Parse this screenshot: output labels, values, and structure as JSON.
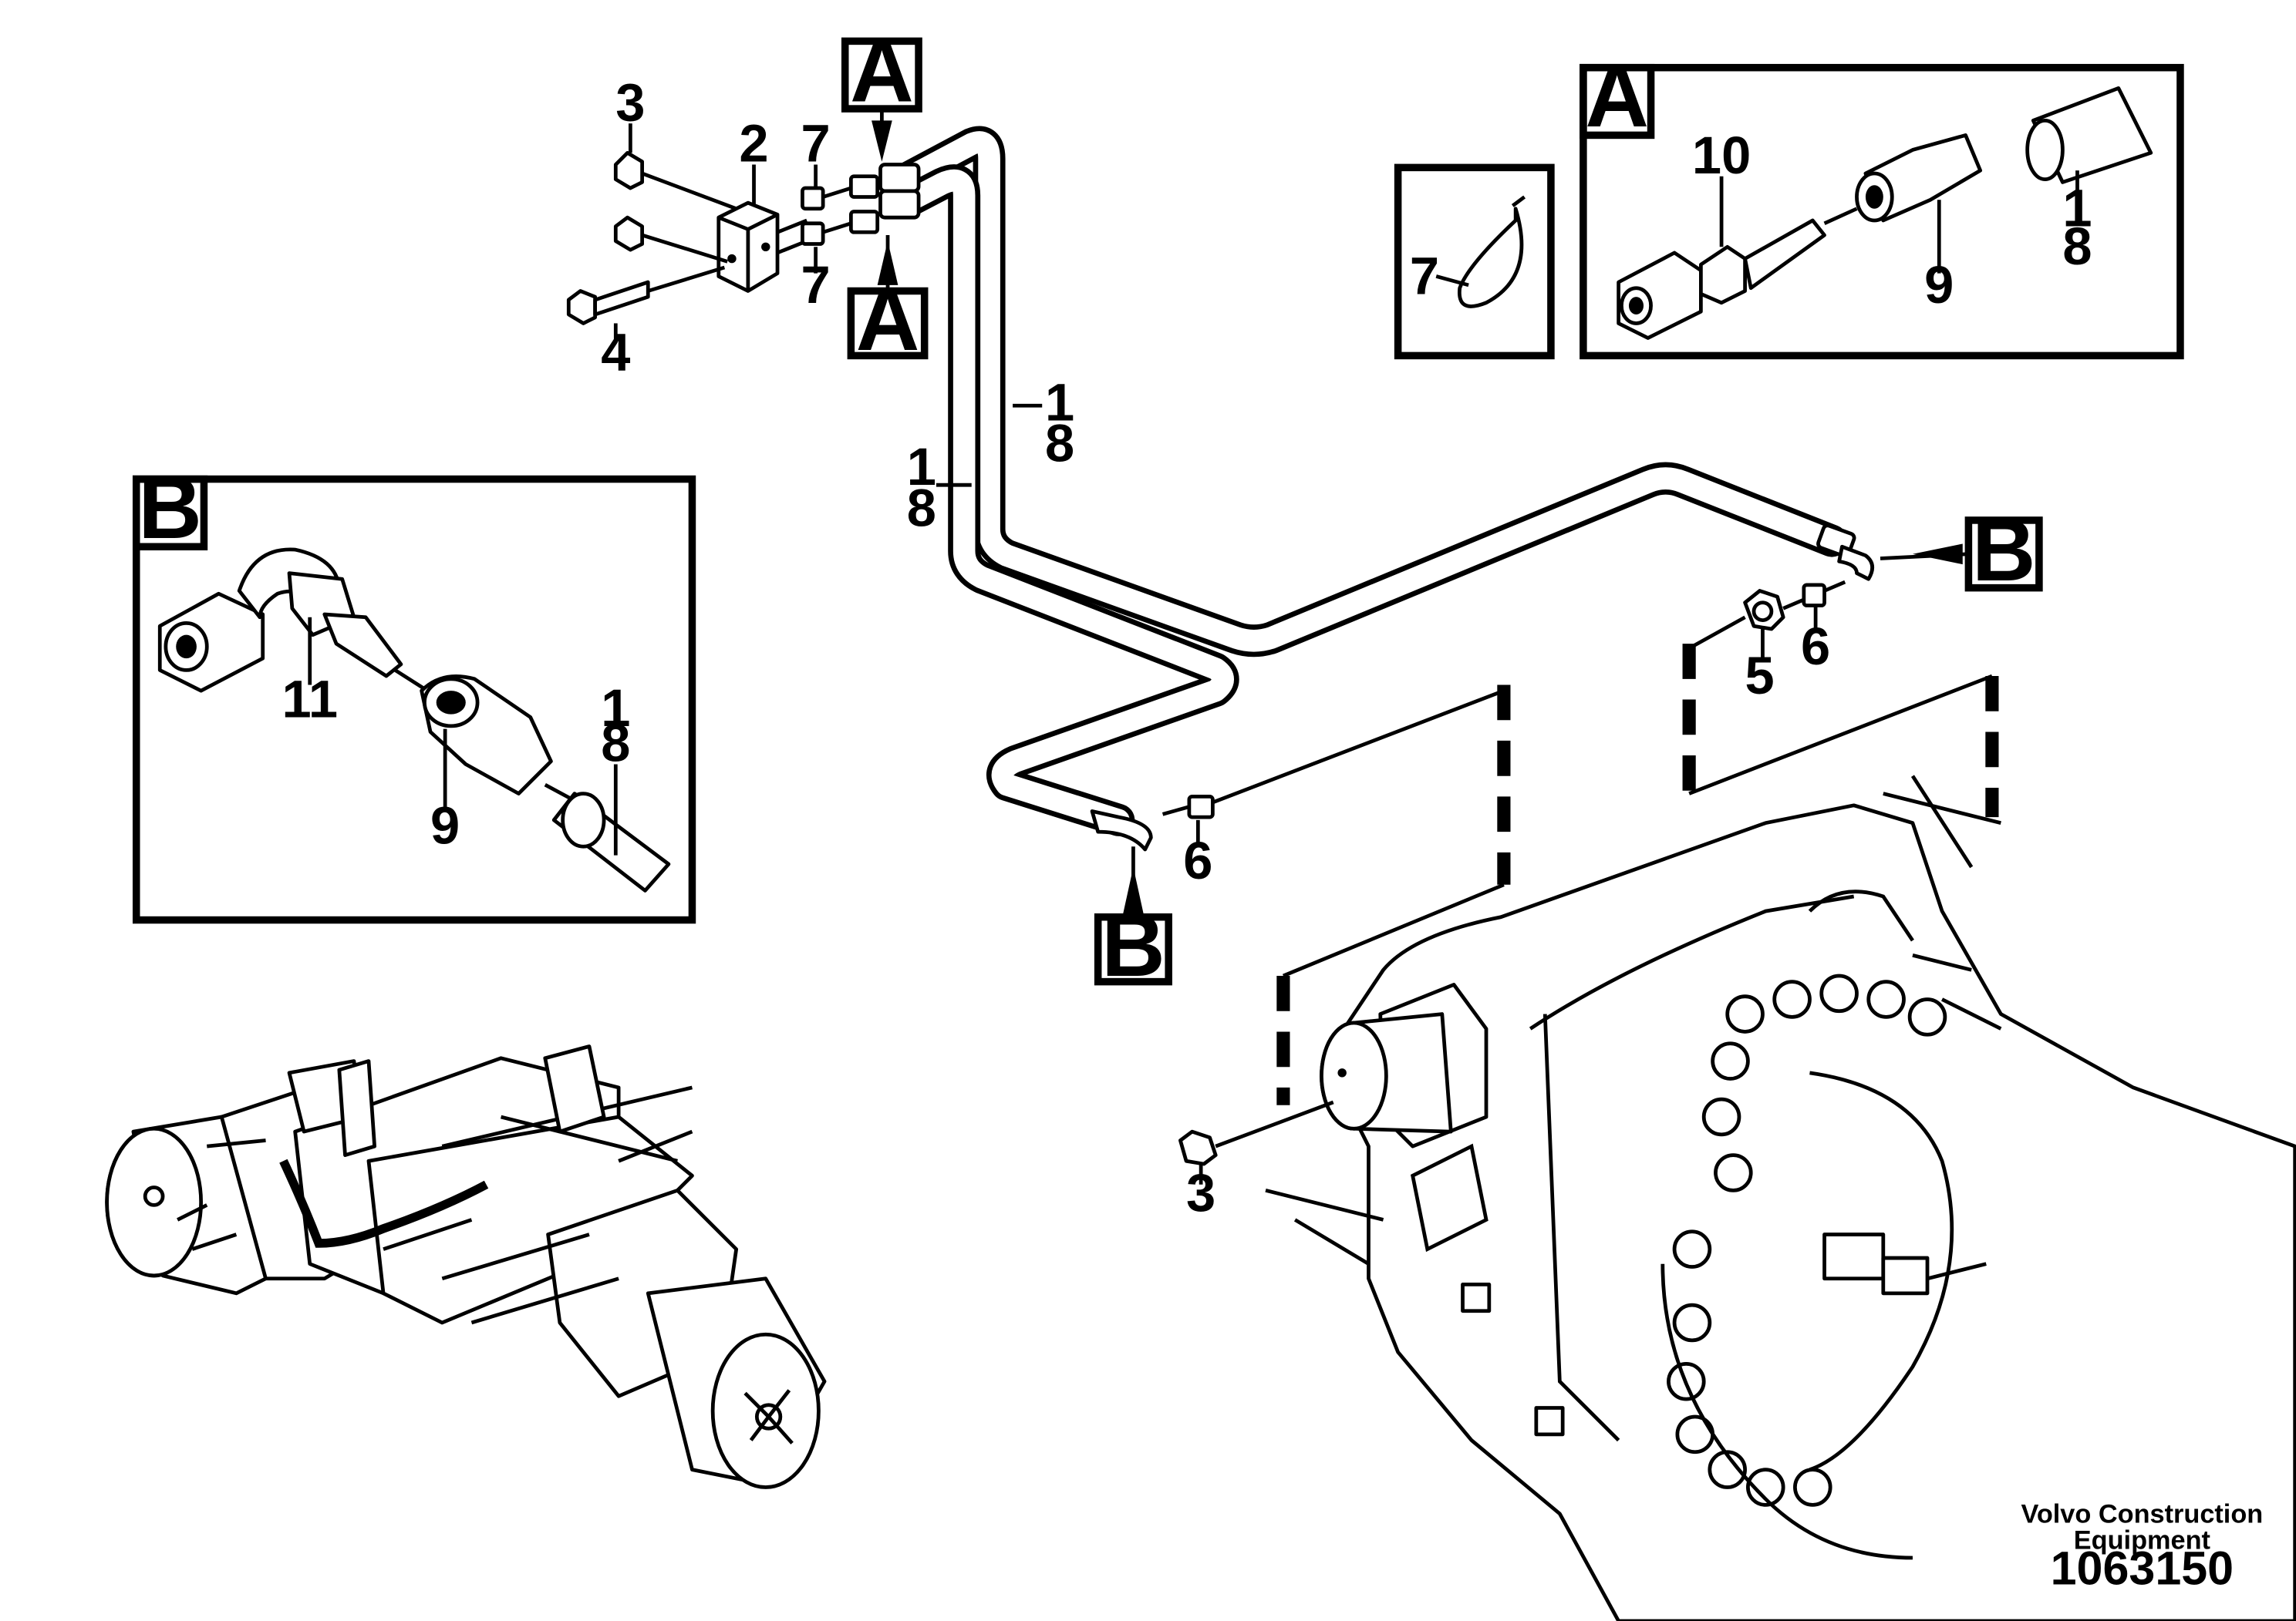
{
  "callouts": {
    "a_top": "A",
    "a_bottom": "A",
    "b_right": "B",
    "b_bottom": "B"
  },
  "detail_a": {
    "title": "A",
    "labels": {
      "p10": "10",
      "p9": "9",
      "p1": "1",
      "p8": "8"
    }
  },
  "detail_b": {
    "title": "B",
    "labels": {
      "p11": "11",
      "p9": "9",
      "p1": "1",
      "p8": "8"
    }
  },
  "detail_tie": {
    "labels": {
      "p7": "7"
    }
  },
  "labels": {
    "p3_top": "3",
    "p2": "2",
    "p4": "4",
    "p7_top": "7",
    "p7_bottom": "7",
    "p1_upper": "1",
    "p8_upper": "8",
    "p1_lower": "1",
    "p8_lower": "8",
    "p5": "5",
    "p6_right": "6",
    "p6_left": "6",
    "p3_bottom": "3"
  },
  "footer": {
    "company_line1": "Volvo Construction",
    "company_line2": "Equipment",
    "doc_number": "1063150"
  }
}
